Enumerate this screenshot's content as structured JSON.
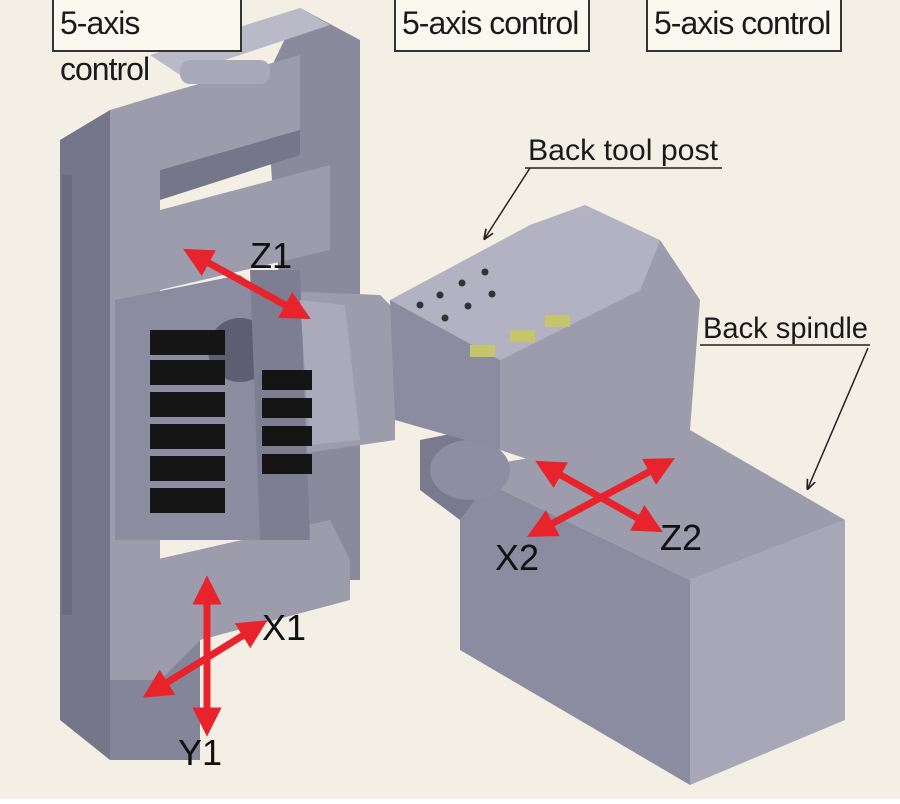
{
  "labels": {
    "control_left": "5-axis control",
    "control_mid": "5-axis control",
    "control_right": "5-axis control",
    "back_tool_post": "Back tool post",
    "back_spindle": "Back spindle"
  },
  "axes": {
    "z1": "Z1",
    "x1": "X1",
    "y1": "Y1",
    "x2": "X2",
    "z2": "Z2"
  },
  "colors": {
    "background": "#f3efe4",
    "machine_body": "#9c9cad",
    "machine_shadow": "#76768a",
    "machine_light": "#b9b9c7",
    "axis_arrow": "#e8232b",
    "tool_holder": "#151515"
  }
}
